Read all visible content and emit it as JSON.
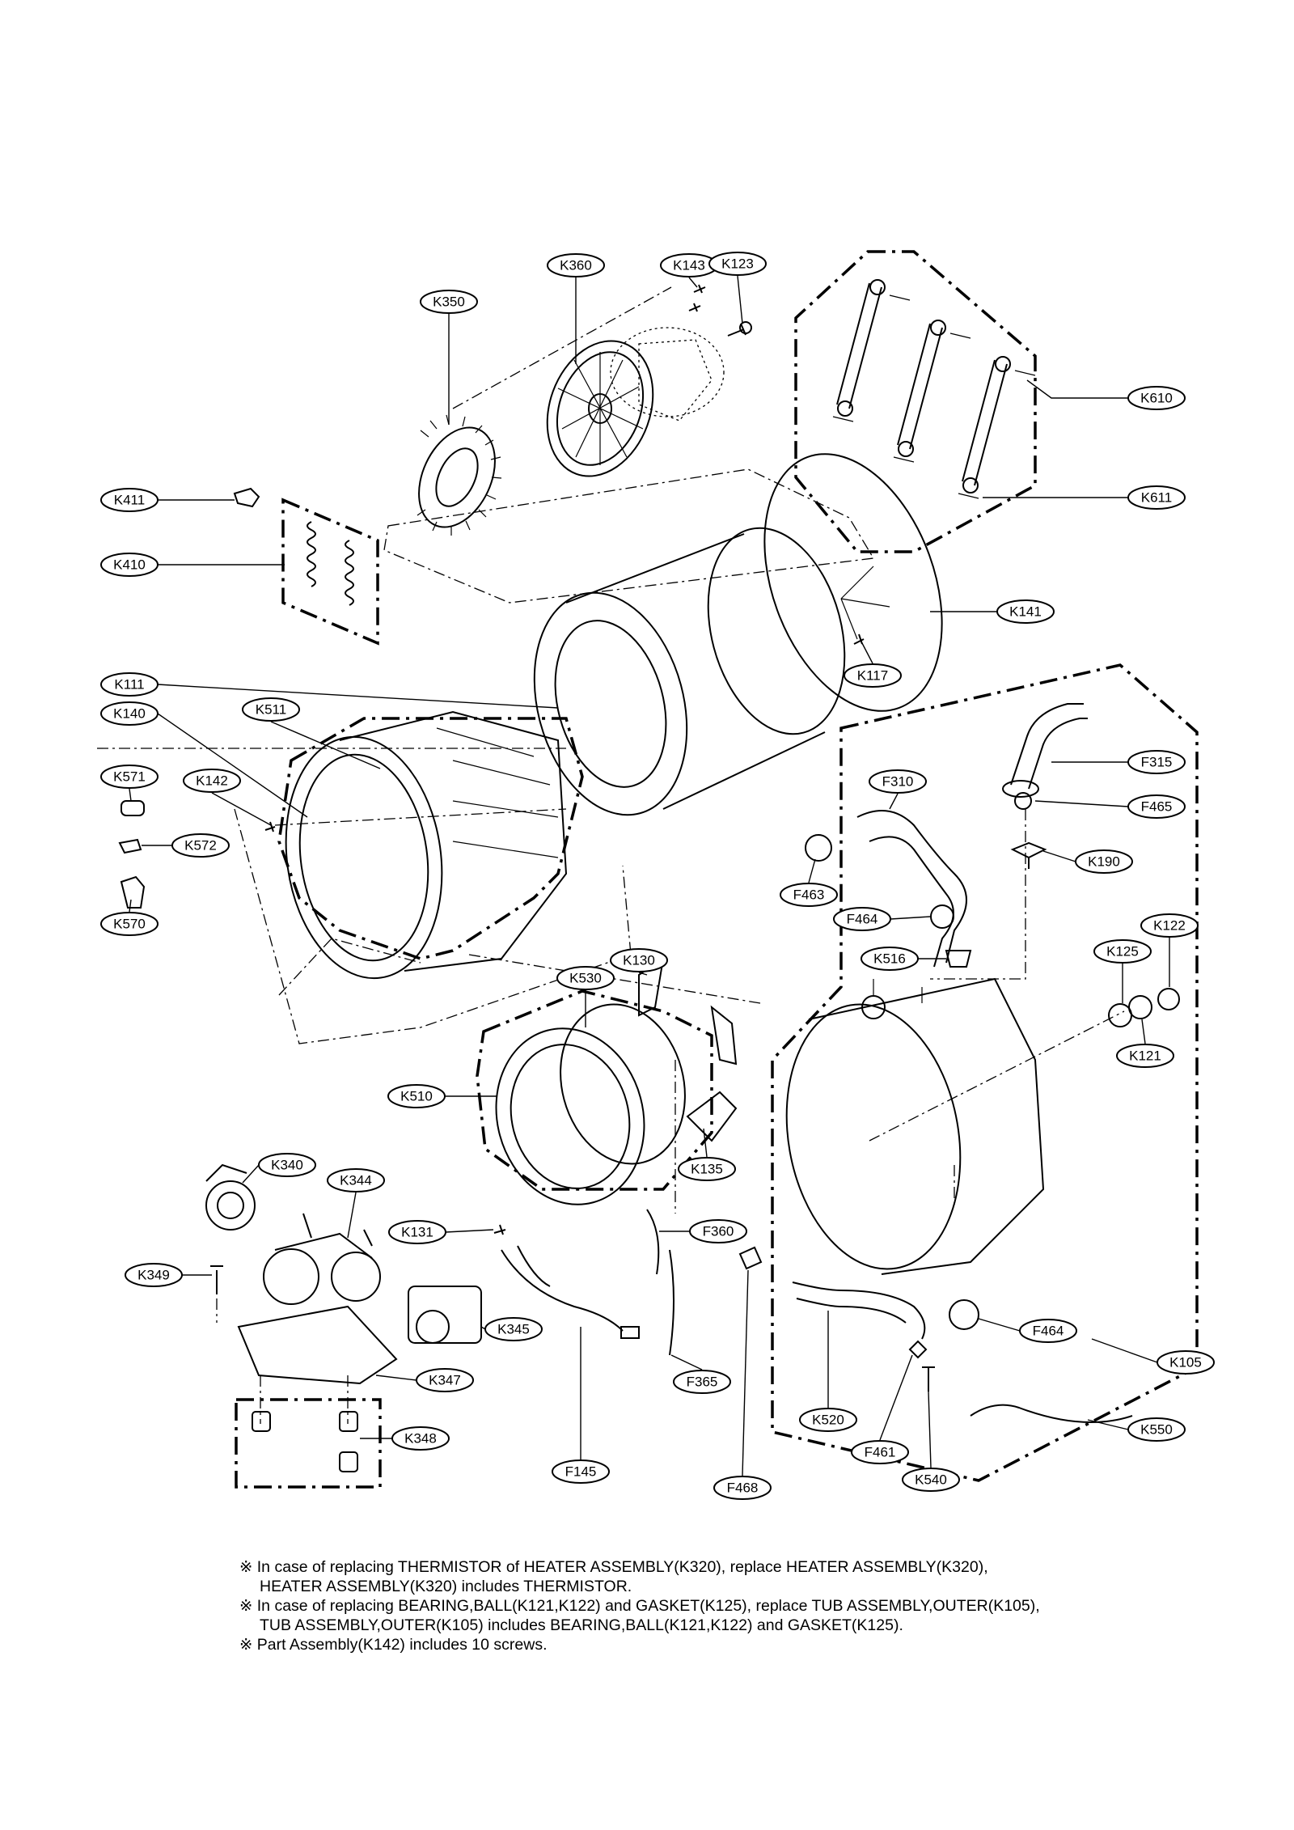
{
  "labels": [
    {
      "id": "K360",
      "text": "K360"
    },
    {
      "id": "K143",
      "text": "K143"
    },
    {
      "id": "K123",
      "text": "K123"
    },
    {
      "id": "K350",
      "text": "K350"
    },
    {
      "id": "K610",
      "text": "K610"
    },
    {
      "id": "K611",
      "text": "K611"
    },
    {
      "id": "K411",
      "text": "K411"
    },
    {
      "id": "K410",
      "text": "K410"
    },
    {
      "id": "K141",
      "text": "K141"
    },
    {
      "id": "K117",
      "text": "K117"
    },
    {
      "id": "K111",
      "text": "K111"
    },
    {
      "id": "K140",
      "text": "K140"
    },
    {
      "id": "K511",
      "text": "K511"
    },
    {
      "id": "K571",
      "text": "K571"
    },
    {
      "id": "K142",
      "text": "K142"
    },
    {
      "id": "K572",
      "text": "K572"
    },
    {
      "id": "K570",
      "text": "K570"
    },
    {
      "id": "F310",
      "text": "F310"
    },
    {
      "id": "F315",
      "text": "F315"
    },
    {
      "id": "F465",
      "text": "F465"
    },
    {
      "id": "K190",
      "text": "K190"
    },
    {
      "id": "F463",
      "text": "F463"
    },
    {
      "id": "F464a",
      "text": "F464"
    },
    {
      "id": "K516",
      "text": "K516"
    },
    {
      "id": "K125",
      "text": "K125"
    },
    {
      "id": "K122",
      "text": "K122"
    },
    {
      "id": "K121",
      "text": "K121"
    },
    {
      "id": "K530",
      "text": "K530"
    },
    {
      "id": "K130",
      "text": "K130"
    },
    {
      "id": "K510",
      "text": "K510"
    },
    {
      "id": "K135",
      "text": "K135"
    },
    {
      "id": "K340",
      "text": "K340"
    },
    {
      "id": "K344",
      "text": "K344"
    },
    {
      "id": "K131",
      "text": "K131"
    },
    {
      "id": "F360",
      "text": "F360"
    },
    {
      "id": "K349",
      "text": "K349"
    },
    {
      "id": "K345",
      "text": "K345"
    },
    {
      "id": "K347",
      "text": "K347"
    },
    {
      "id": "K348",
      "text": "K348"
    },
    {
      "id": "F365",
      "text": "F365"
    },
    {
      "id": "F145",
      "text": "F145"
    },
    {
      "id": "F468",
      "text": "F468"
    },
    {
      "id": "F464b",
      "text": "F464"
    },
    {
      "id": "K105",
      "text": "K105"
    },
    {
      "id": "K520",
      "text": "K520"
    },
    {
      "id": "F461",
      "text": "F461"
    },
    {
      "id": "K540",
      "text": "K540"
    },
    {
      "id": "K550",
      "text": "K550"
    }
  ],
  "notes": {
    "mark": "※",
    "line1": "In case of replacing THERMISTOR of HEATER ASSEMBLY(K320), replace HEATER ASSEMBLY(K320),",
    "line1b": "HEATER ASSEMBLY(K320) includes THERMISTOR.",
    "line2": "In case of replacing BEARING,BALL(K121,K122) and GASKET(K125), replace TUB ASSEMBLY,OUTER(K105),",
    "line2b": "TUB ASSEMBLY,OUTER(K105) includes BEARING,BALL(K121,K122) and GASKET(K125).",
    "line3": "Part Assembly(K142) includes 10 screws."
  }
}
